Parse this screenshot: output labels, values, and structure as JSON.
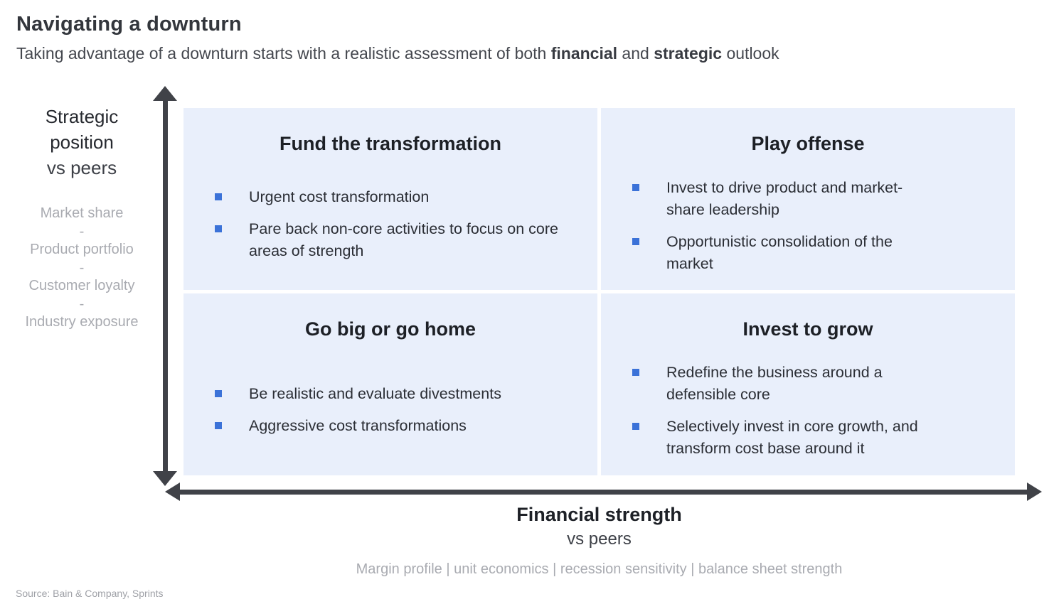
{
  "header": {
    "title": "Navigating a downturn",
    "subtitle_parts": {
      "p1": "Taking advantage of a downturn starts with a realistic assessment of both ",
      "b1": "financial",
      "p2": " and ",
      "b2": "strategic",
      "p3": " outlook"
    }
  },
  "y_axis": {
    "label_line1": "Strategic",
    "label_line2": "position",
    "label_line3": "vs peers",
    "separator": "-",
    "criteria": [
      "Market share",
      "Product portfolio",
      "Customer loyalty",
      "Industry exposure"
    ]
  },
  "x_axis": {
    "label": "Financial strength",
    "sublabel": "vs peers",
    "criteria_line": "Margin profile | unit economics | recession sensitivity | balance sheet strength"
  },
  "quadrants": {
    "top_left": {
      "title": "Fund the transformation",
      "bullets": [
        "Urgent cost transformation",
        "Pare back non-core activities to focus on core areas of strength"
      ]
    },
    "top_right": {
      "title": "Play offense",
      "bullets": [
        "Invest to drive product and market-share leadership",
        "Opportunistic consolidation of the market"
      ]
    },
    "bottom_left": {
      "title": "Go big or go home",
      "bullets": [
        "Be realistic and evaluate divestments",
        "Aggressive cost transformations"
      ]
    },
    "bottom_right": {
      "title": "Invest to grow",
      "bullets": [
        "Redefine the business around a defensible core",
        "Selectively invest in core growth, and transform cost base around it"
      ]
    }
  },
  "source": "Source: Bain & Company, Sprints",
  "colors": {
    "quadrant_bg": "#e9effb",
    "bullet_blue": "#3b72d8",
    "arrow_dark": "#404248",
    "muted_gray": "#a9abb1",
    "text_dark": "#1d2026"
  }
}
